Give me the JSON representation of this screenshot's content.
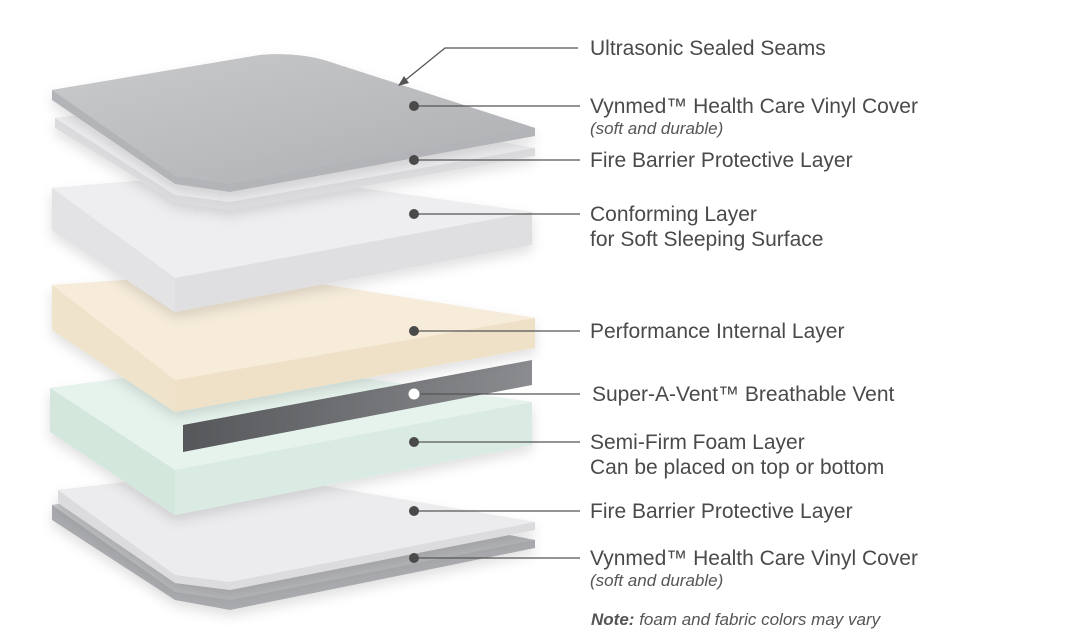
{
  "labels": {
    "seams": "Ultrasonic Sealed Seams",
    "cover_top": "Vynmed™ Health Care Vinyl Cover",
    "cover_top_sub": "(soft and durable)",
    "fire_top": "Fire Barrier Protective Layer",
    "conforming_1": "Conforming Layer",
    "conforming_2": "for Soft Sleeping Surface",
    "performance": "Performance Internal Layer",
    "vent": "Super-A-Vent™ Breathable Vent",
    "semi_firm_1": "Semi-Firm Foam Layer",
    "semi_firm_2": "Can be placed on top or bottom",
    "fire_bottom": "Fire Barrier Protective Layer",
    "cover_bottom": "Vynmed™ Health Care Vinyl Cover",
    "cover_bottom_sub": "(soft and durable)"
  },
  "note": {
    "prefix": "Note:",
    "text": "foam and fabric colors may vary"
  },
  "colors": {
    "cover": "#bdbec0",
    "fire_barrier": "#e6e6e8",
    "conforming": "#ececee",
    "performance": "#f6ead6",
    "vent": "#6b6d70",
    "semi_firm": "#e3f1ea",
    "leader": "#555555",
    "dot": "#4a4a4a"
  }
}
